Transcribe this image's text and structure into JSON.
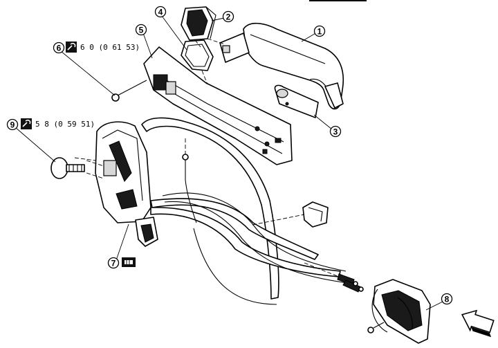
{
  "callouts": [
    {
      "id": "1",
      "label": "1"
    },
    {
      "id": "2",
      "label": "2"
    },
    {
      "id": "3",
      "label": "3"
    },
    {
      "id": "4",
      "label": "4"
    },
    {
      "id": "5",
      "label": "5"
    },
    {
      "id": "6",
      "label": "6"
    },
    {
      "id": "7",
      "label": "7"
    },
    {
      "id": "8",
      "label": "8"
    },
    {
      "id": "9",
      "label": "9"
    }
  ],
  "torque_specs": {
    "callout_6": "6 0 (0 61  53)",
    "callout_9": "5 8 (0 59  51)"
  },
  "icons": {
    "torque_wrench": "torque-wrench-icon",
    "grease": "grease-icon",
    "front_arrow": "front-direction-arrow-icon"
  }
}
